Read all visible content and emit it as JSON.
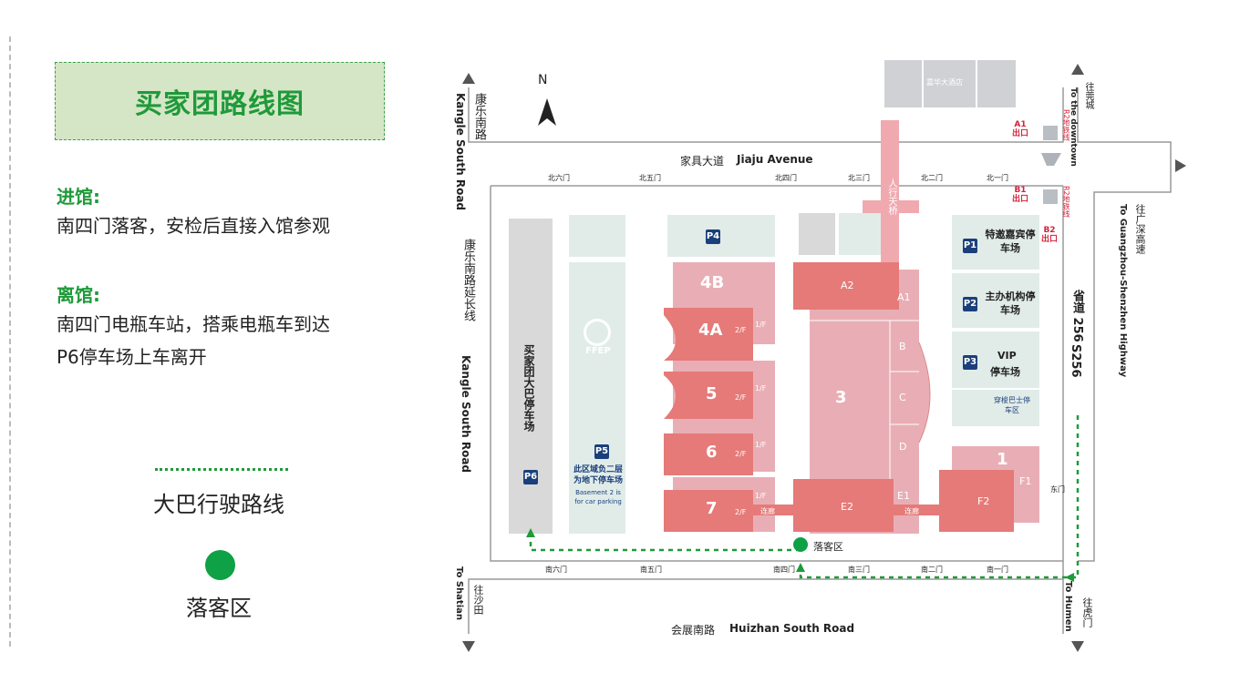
{
  "legend": {
    "title": "买家团路线图",
    "entry_heading": "进馆:",
    "entry_text": "南四门落客，安检后直接入馆参观",
    "exit_heading": "离馆:",
    "exit_text_1": "南四门电瓶车站，搭乘电瓶车到达",
    "exit_text_2": "P6停车场上车离开",
    "route_label": "大巴行驶路线",
    "dropoff_label": "落客区"
  },
  "map": {
    "north": "N",
    "hotel": "嘉华大酒店",
    "roads": {
      "top_cn": "家具大道",
      "top_en": "Jiaju Avenue",
      "bottom_cn": "会展南路",
      "bottom_en": "Huizhan South Road",
      "left_cn": "康乐南路",
      "left_en": "Kangle South Road",
      "left_ext_cn": "康乐南路延长线",
      "left_ext_en": "Kangle South Road",
      "right_cn": "省道 256",
      "right_en": "S256",
      "to_downtown_cn": "往莞城",
      "to_downtown_en": "To the downtown",
      "to_highway_cn": "往广深高速",
      "to_highway_en": "To Guangzhou-Shenzhen Highway",
      "to_shatian_cn": "往沙田",
      "to_shatian_en": "To Shatian",
      "to_humen_cn": "往虎门",
      "to_humen_en": "To Humen"
    },
    "north_gates": [
      "北六门",
      "北五门",
      "北四门",
      "北三门",
      "北二门",
      "北一门"
    ],
    "south_gates": [
      "南六门",
      "南五门",
      "南四门",
      "南三门",
      "南二门",
      "南一门"
    ],
    "east_gate": "东门",
    "metro": {
      "a1": "A1",
      "a1_sub": "出口",
      "b1": "B1",
      "b1_sub": "出口",
      "b2": "B2",
      "b2_sub": "出口",
      "r2": "R2地铁线"
    },
    "bridge": "人行天桥",
    "halls": {
      "h4b": "4B",
      "h4a": "4A",
      "h5": "5",
      "h6": "6",
      "h7": "7",
      "h3": "3",
      "h1": "1",
      "a2": "A2",
      "a1": "A1",
      "b": "B",
      "c": "C",
      "d": "D",
      "e1": "E1",
      "e2": "E2",
      "f1": "F1",
      "f2": "F2",
      "floor1": "1/F",
      "floor2": "2/F",
      "corridor": "连廊"
    },
    "parking": {
      "p1_label": "特邀嘉宾停车场",
      "p2_label": "主办机构停车场",
      "p3_label_1": "VIP",
      "p3_label_2": "停车场",
      "shuttle": "穿梭巴士停车区",
      "p5_cn": "此区域负二层为地下停车场",
      "p5_en": "Basement 2 is for car parking",
      "p6_label": "买家团大巴停车场",
      "p1": "P1",
      "p2": "P2",
      "p3": "P3",
      "p4": "P4",
      "p5": "P5",
      "p6": "P6"
    },
    "logo": "FFEP",
    "dropoff": "落客区",
    "colors": {
      "hall_dark": "#e57a78",
      "hall_light": "#e9aeb5",
      "parking": "#e1ece9",
      "bus_lot": "#d9d9d9",
      "route": "#1f9a3a",
      "metro": "#d6223b",
      "p_sign": "#1a3f7a"
    }
  }
}
